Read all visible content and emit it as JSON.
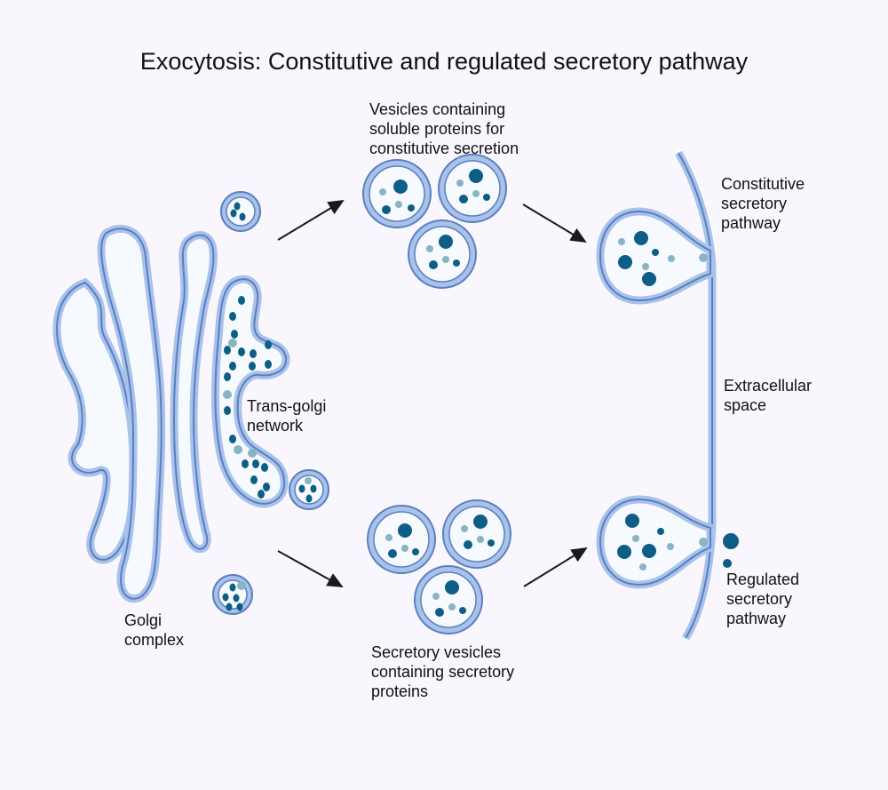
{
  "title": "Exocytosis: Constitutive and regulated secretory pathway",
  "labels": {
    "vesicles_top": [
      "Vesicles containing",
      "soluble proteins for",
      "constitutive secretion"
    ],
    "trans_golgi": [
      "Trans-golgi",
      "network"
    ],
    "golgi": [
      "Golgi",
      "complex"
    ],
    "secretory_vesicles": [
      "Secretory vesicles",
      "containing secretory",
      "proteins"
    ],
    "constitutive": [
      "Constitutive",
      "secretory",
      "pathway"
    ],
    "extracellular": [
      "Extracellular",
      "space"
    ],
    "regulated": [
      "Regulated",
      "secretory",
      "pathway"
    ]
  },
  "colors": {
    "background": "#f9f6fd",
    "membrane_outer": "#5a7fc0",
    "membrane_fill": "#a8c2ea",
    "lumen": "#f6fafe",
    "protein_dark": "#0d5e86",
    "protein_light": "#8ab3c4",
    "arrow": "#1a1a1a"
  }
}
